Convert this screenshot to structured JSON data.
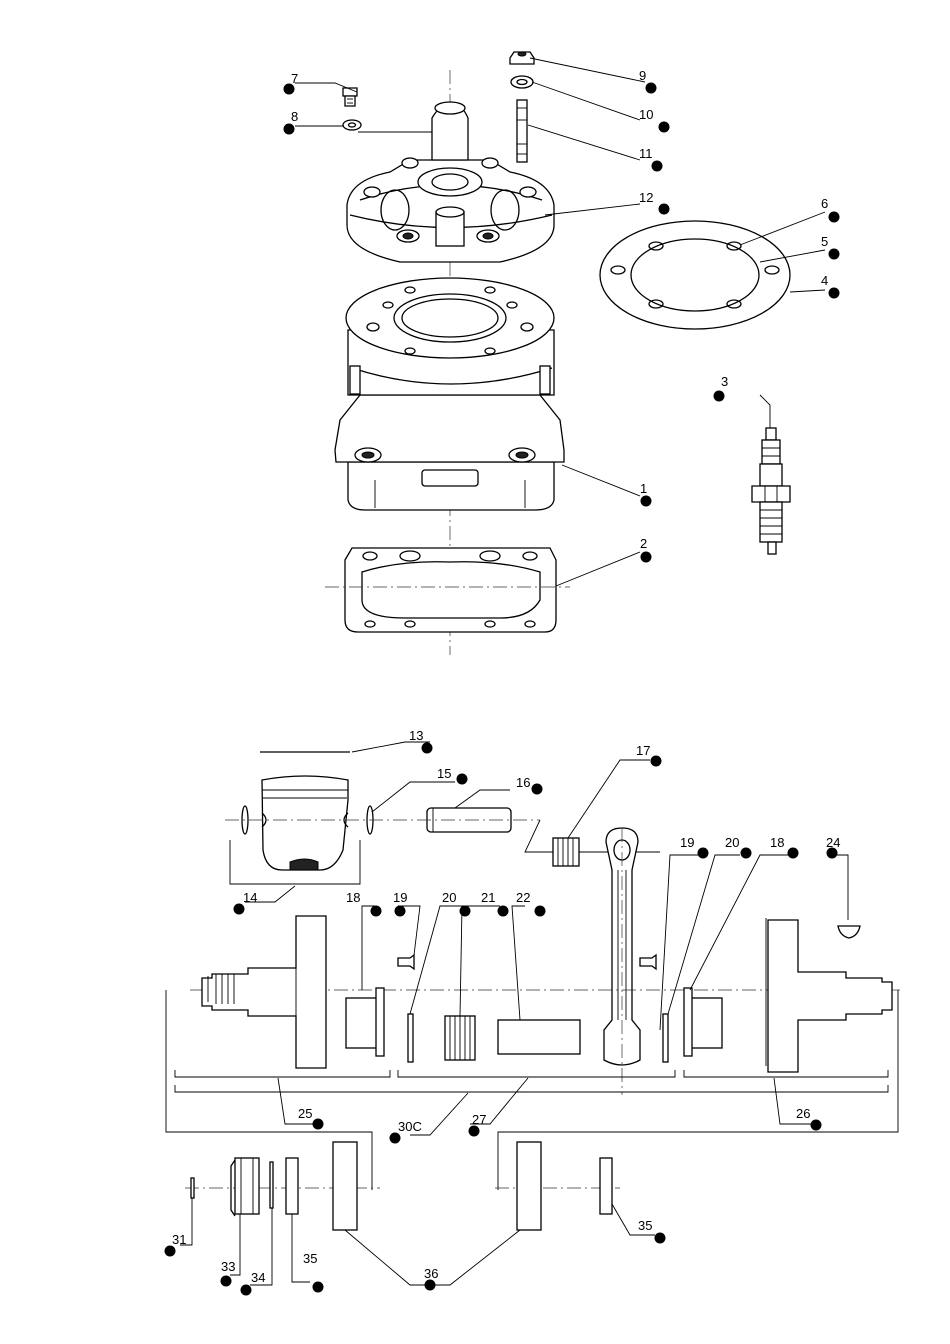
{
  "colors": {
    "line": "#000000",
    "background": "#ffffff",
    "callout_dot": "#000000"
  },
  "callouts": [
    {
      "id": "c7",
      "text": "7"
    },
    {
      "id": "c8",
      "text": "8"
    },
    {
      "id": "c9",
      "text": "9"
    },
    {
      "id": "c10",
      "text": "10"
    },
    {
      "id": "c11",
      "text": "11"
    },
    {
      "id": "c12",
      "text": "12"
    },
    {
      "id": "c6",
      "text": "6"
    },
    {
      "id": "c5",
      "text": "5"
    },
    {
      "id": "c4",
      "text": "4"
    },
    {
      "id": "c3",
      "text": "3"
    },
    {
      "id": "c1",
      "text": "1"
    },
    {
      "id": "c2",
      "text": "2"
    },
    {
      "id": "c13",
      "text": "13"
    },
    {
      "id": "c15",
      "text": "15"
    },
    {
      "id": "c16",
      "text": "16"
    },
    {
      "id": "c17",
      "text": "17"
    },
    {
      "id": "c14",
      "text": "14"
    },
    {
      "id": "c19a",
      "text": "19"
    },
    {
      "id": "c20a",
      "text": "20"
    },
    {
      "id": "c18a",
      "text": "18"
    },
    {
      "id": "c24",
      "text": "24"
    },
    {
      "id": "c18b",
      "text": "18"
    },
    {
      "id": "c19b",
      "text": "19"
    },
    {
      "id": "c20b",
      "text": "20"
    },
    {
      "id": "c21",
      "text": "21"
    },
    {
      "id": "c22",
      "text": "22"
    },
    {
      "id": "c25",
      "text": "25"
    },
    {
      "id": "c30c",
      "text": "30C"
    },
    {
      "id": "c27",
      "text": "27"
    },
    {
      "id": "c26",
      "text": "26"
    },
    {
      "id": "c31",
      "text": "31"
    },
    {
      "id": "c33",
      "text": "33"
    },
    {
      "id": "c34",
      "text": "34"
    },
    {
      "id": "c35a",
      "text": "35"
    },
    {
      "id": "c36",
      "text": "36"
    },
    {
      "id": "c35b",
      "text": "35"
    }
  ],
  "parts": [
    {
      "id": "p1",
      "icon": "cylinder-icon"
    },
    {
      "id": "p2",
      "icon": "base-gasket-icon"
    },
    {
      "id": "p3",
      "icon": "spark-plug-icon"
    },
    {
      "id": "p4",
      "icon": "head-gasket-icon"
    },
    {
      "id": "p7",
      "icon": "bolt-icon"
    },
    {
      "id": "p8",
      "icon": "washer-icon"
    },
    {
      "id": "p9",
      "icon": "nut-icon"
    },
    {
      "id": "p10",
      "icon": "washer-icon"
    },
    {
      "id": "p11",
      "icon": "stud-icon"
    },
    {
      "id": "p12",
      "icon": "cylinder-head-icon"
    },
    {
      "id": "p13",
      "icon": "piston-ring-icon"
    },
    {
      "id": "p14",
      "icon": "piston-icon"
    },
    {
      "id": "p15",
      "icon": "circlip-icon"
    },
    {
      "id": "p16",
      "icon": "piston-pin-icon"
    },
    {
      "id": "p17",
      "icon": "needle-bearing-icon"
    },
    {
      "id": "p27",
      "icon": "connecting-rod-icon"
    },
    {
      "id": "p25",
      "icon": "crank-half-icon"
    },
    {
      "id": "p26",
      "icon": "crank-half-icon"
    },
    {
      "id": "p24",
      "icon": "woodruff-key-icon"
    },
    {
      "id": "p36",
      "icon": "main-bearing-icon"
    }
  ]
}
